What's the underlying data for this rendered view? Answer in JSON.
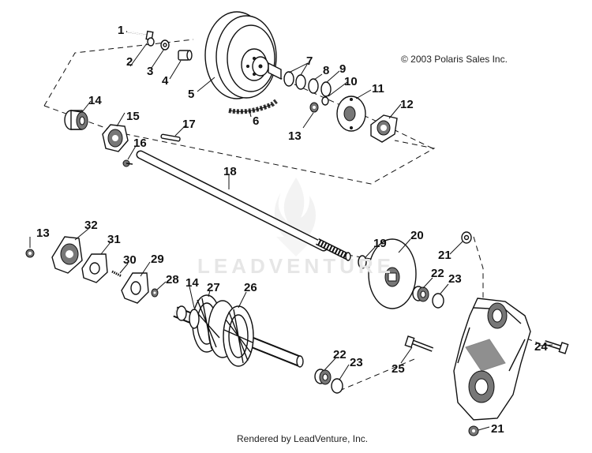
{
  "copyright": "© 2003 Polaris Sales Inc.",
  "footer": "Rendered by LeadVenture, Inc.",
  "watermark": "LEADVENTURE",
  "labels": {
    "p1": "1",
    "p2": "2",
    "p3": "3",
    "p4": "4",
    "p5": "5",
    "p6": "6",
    "p7": "7",
    "p8": "8",
    "p9": "9",
    "p10": "10",
    "p11": "11",
    "p12": "12",
    "p13a": "13",
    "p14a": "14",
    "p15": "15",
    "p16": "16",
    "p17": "17",
    "p18": "18",
    "p13b": "13",
    "p32": "32",
    "p31": "31",
    "p30": "30",
    "p29": "29",
    "p28": "28",
    "p14b": "14",
    "p27": "27",
    "p26": "26",
    "p19": "19",
    "p20": "20",
    "p21a": "21",
    "p22a": "22",
    "p23a": "23",
    "p22b": "22",
    "p23b": "23",
    "p25": "25",
    "p24": "24",
    "p21b": "21"
  }
}
